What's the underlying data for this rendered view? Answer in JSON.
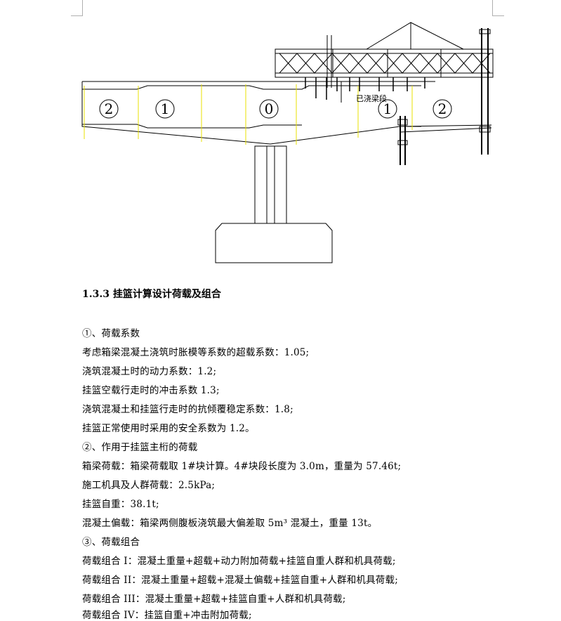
{
  "drawing": {
    "label_poured_segment": "已浇梁段",
    "segment_numbers": [
      "2",
      "1",
      "0",
      "1",
      "2"
    ]
  },
  "heading": "1.3.3 挂篮计算设计荷载及组合",
  "lines": [
    "①、荷载系数",
    "考虑箱梁混凝土浇筑时胀模等系数的超载系数：1.05;",
    "浇筑混凝土时的动力系数：1.2;",
    "挂篮空载行走时的冲击系数 1.3;",
    "浇筑混凝土和挂篮行走时的抗倾覆稳定系数：1.8;",
    "挂篮正常使用时采用的安全系数为 1.2。",
    "②、作用于挂篮主桁的荷载",
    "箱梁荷载：箱梁荷载取 1#块计算。4#块段长度为 3.0m，重量为 57.46t;",
    "施工机具及人群荷载：2.5kPa;",
    "挂篮自重：38.1t;",
    "混凝土偏载：箱梁两侧腹板浇筑最大偏差取 5m³ 混凝土，重量 13t。",
    "③、荷载组合",
    "荷载组合 I：混凝土重量+超载+动力附加荷载+挂篮自重人群和机具荷载;",
    "荷载组合 II：混凝土重量+超载+混凝土偏载+挂篮自重+人群和机具荷载;",
    "荷载组合 III：混凝土重量+超载+挂篮自重+人群和机具荷载;",
    "荷载组合 IV：挂篮自重+冲击附加荷载;"
  ]
}
